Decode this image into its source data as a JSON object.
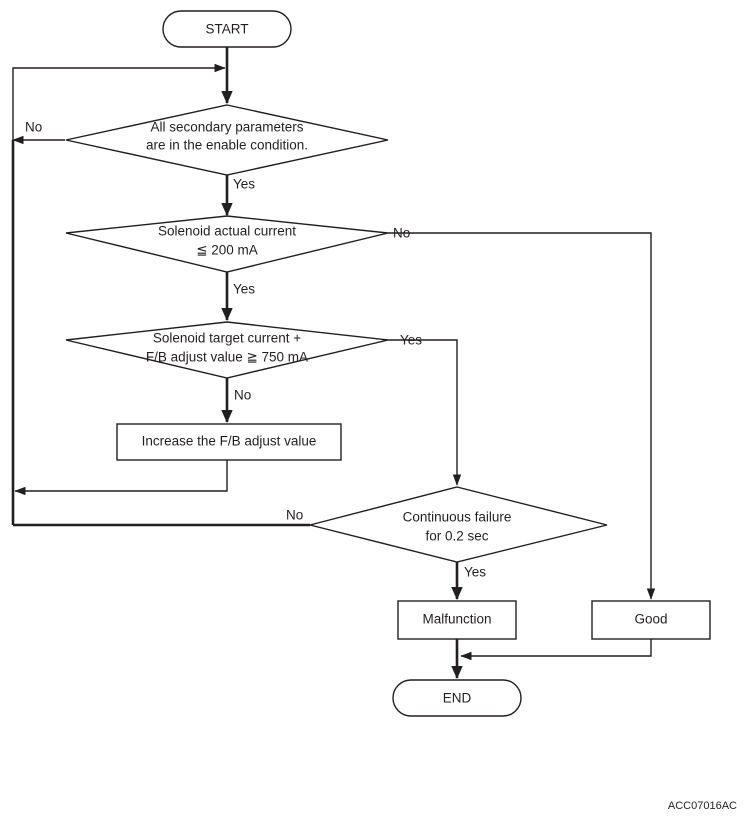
{
  "diagram": {
    "title_code": "ACC07016AC",
    "nodes": {
      "start": {
        "label": "START",
        "shape": "terminator"
      },
      "decision1": {
        "line1": "All secondary parameters",
        "line2": "are in the enable condition.",
        "shape": "decision"
      },
      "decision2": {
        "line1": "Solenoid actual current",
        "line2": "≦ 200 mA",
        "shape": "decision"
      },
      "decision3": {
        "line1": "Solenoid target current +",
        "line2": "F/B adjust value ≧ 750 mA",
        "shape": "decision"
      },
      "process1": {
        "label": "Increase the F/B adjust value",
        "shape": "process"
      },
      "decision4": {
        "line1": "Continuous failure",
        "line2": "for 0.2 sec",
        "shape": "decision"
      },
      "malfunction": {
        "label": "Malfunction",
        "shape": "process"
      },
      "good": {
        "label": "Good",
        "shape": "process"
      },
      "end": {
        "label": "END",
        "shape": "terminator"
      }
    },
    "edge_labels": {
      "d1_no": "No",
      "d1_yes": "Yes",
      "d2_no": "No",
      "d2_yes": "Yes",
      "d3_yes": "Yes",
      "d3_no": "No",
      "d4_no": "No",
      "d4_yes": "Yes"
    },
    "colors": {
      "stroke": "#231f20",
      "fill": "#ffffff",
      "background": "#ffffff"
    }
  }
}
